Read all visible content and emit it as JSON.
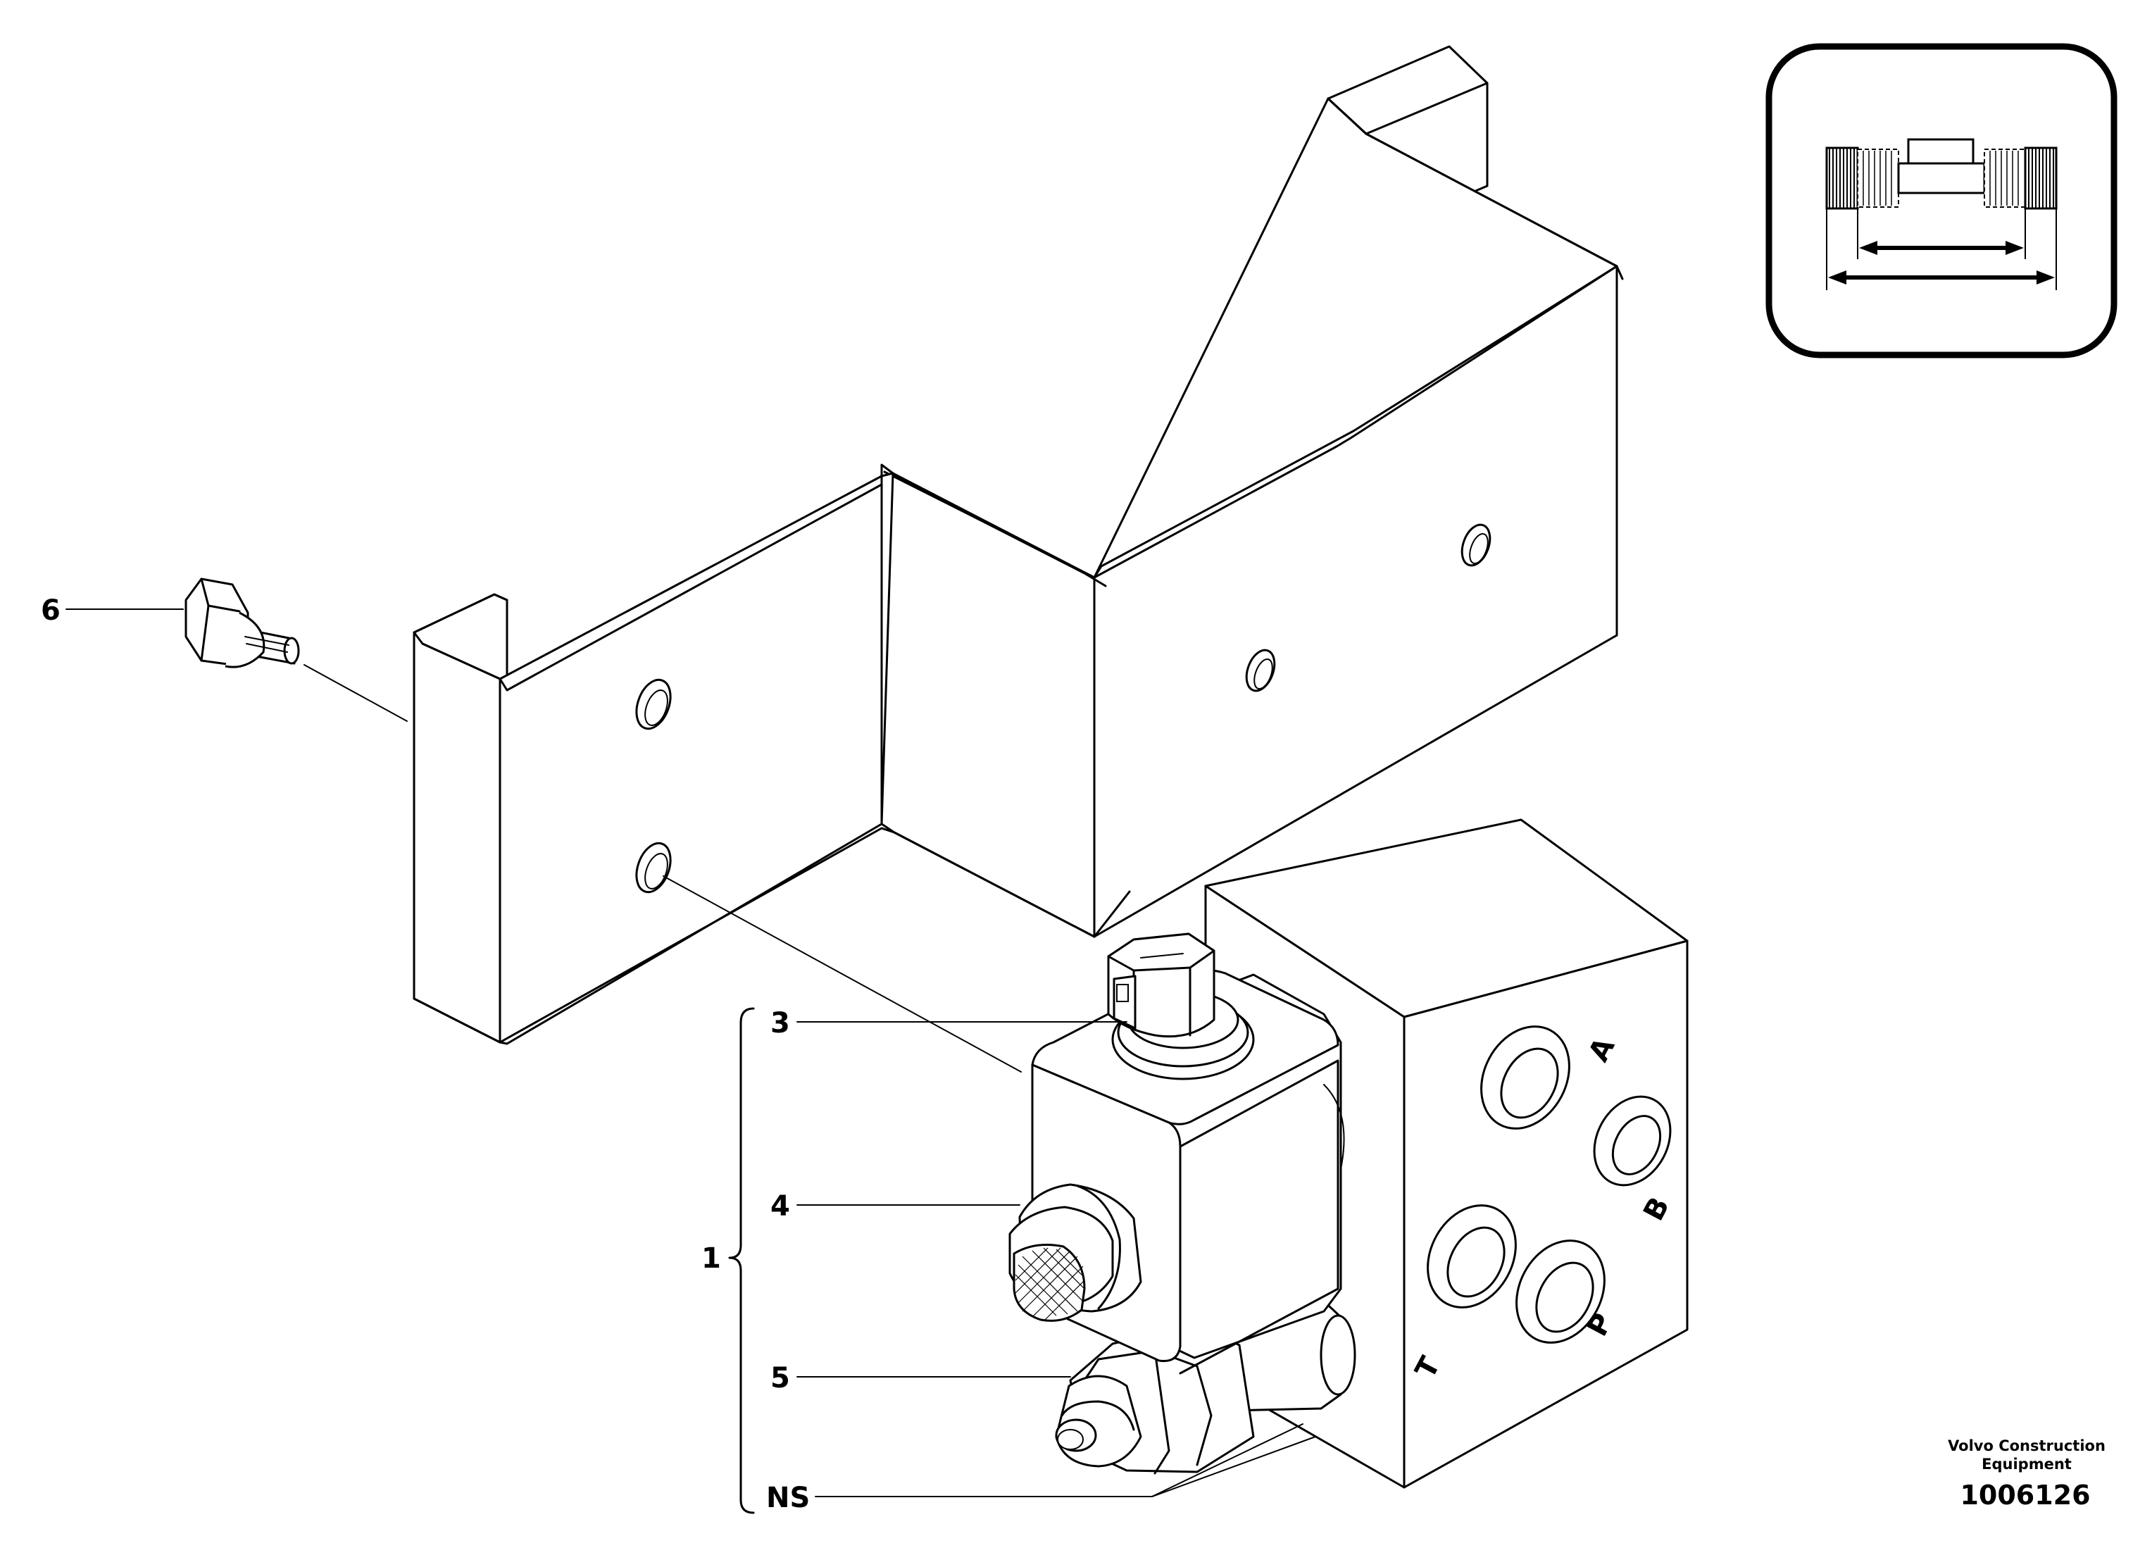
{
  "callouts": {
    "c6": "6",
    "c3": "3",
    "c4": "4",
    "c1": "1",
    "c5": "5",
    "cns": "NS"
  },
  "port_letters": {
    "a": "A",
    "b": "B",
    "p": "P",
    "t": "T"
  },
  "footer": {
    "brand_line1": "Volvo Construction",
    "brand_line2": "Equipment",
    "doc_number": "1006126"
  },
  "icons": [
    "bolt-icon",
    "bracket-icon",
    "valve-block-icon",
    "connector-icon",
    "coil-icon",
    "cap-nut-icon",
    "cartridge-icon",
    "hose-length-icon"
  ]
}
